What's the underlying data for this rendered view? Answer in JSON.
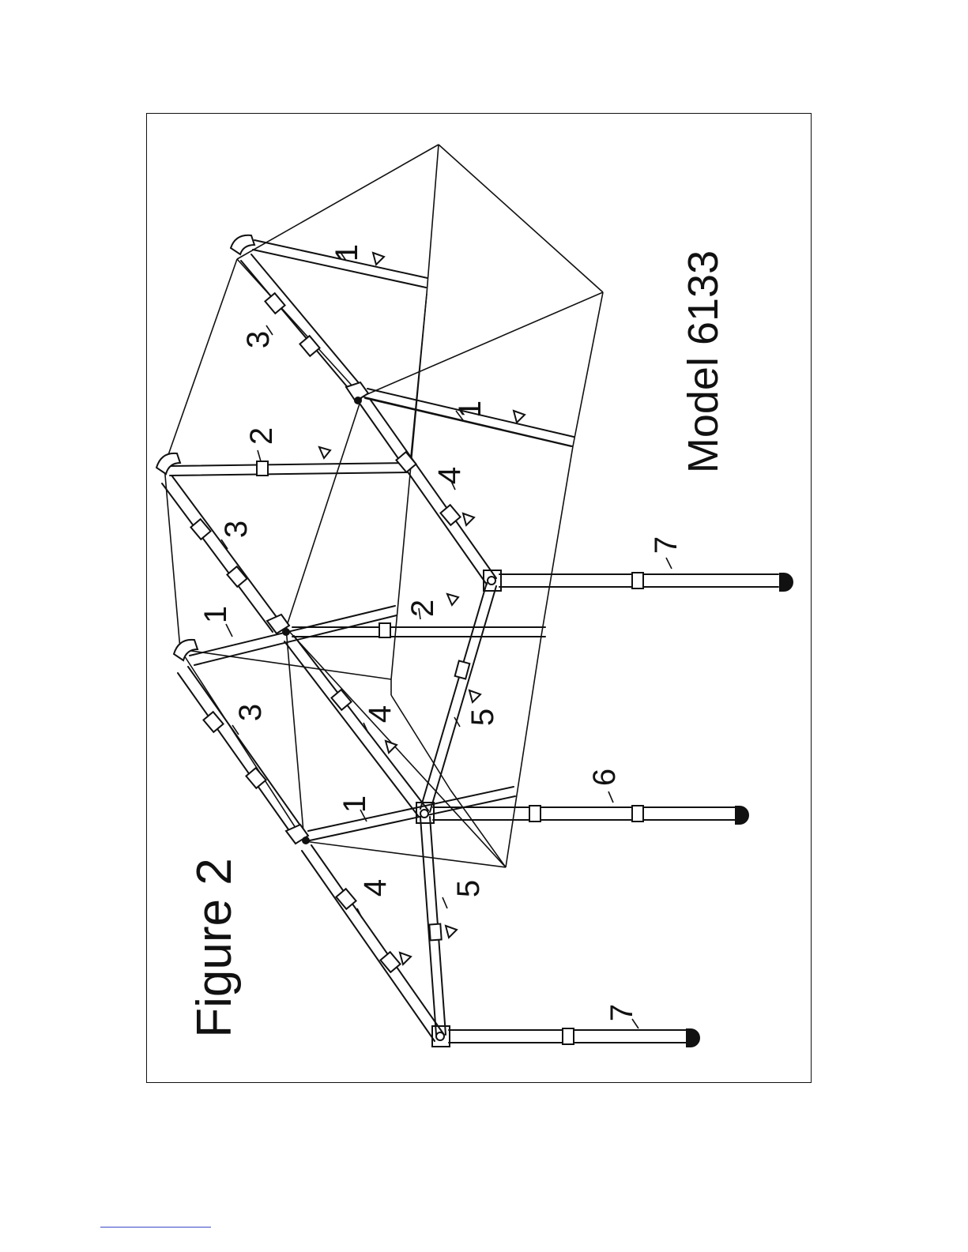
{
  "figure": {
    "title": "Figure 2",
    "model": "Model 6133"
  },
  "callouts": {
    "c1a": "1",
    "c1b": "1",
    "c1c": "1",
    "c1d": "1",
    "c2a": "2",
    "c2b": "2",
    "c3a": "3",
    "c3b": "3",
    "c3c": "3",
    "c4a": "4",
    "c4b": "4",
    "c4c": "4",
    "c5a": "5",
    "c5b": "5",
    "c6": "6",
    "c7a": "7",
    "c7b": "7"
  },
  "colors": {
    "ink": "#111111",
    "frame": "#111111",
    "footer_rule": "#3a49c8"
  }
}
